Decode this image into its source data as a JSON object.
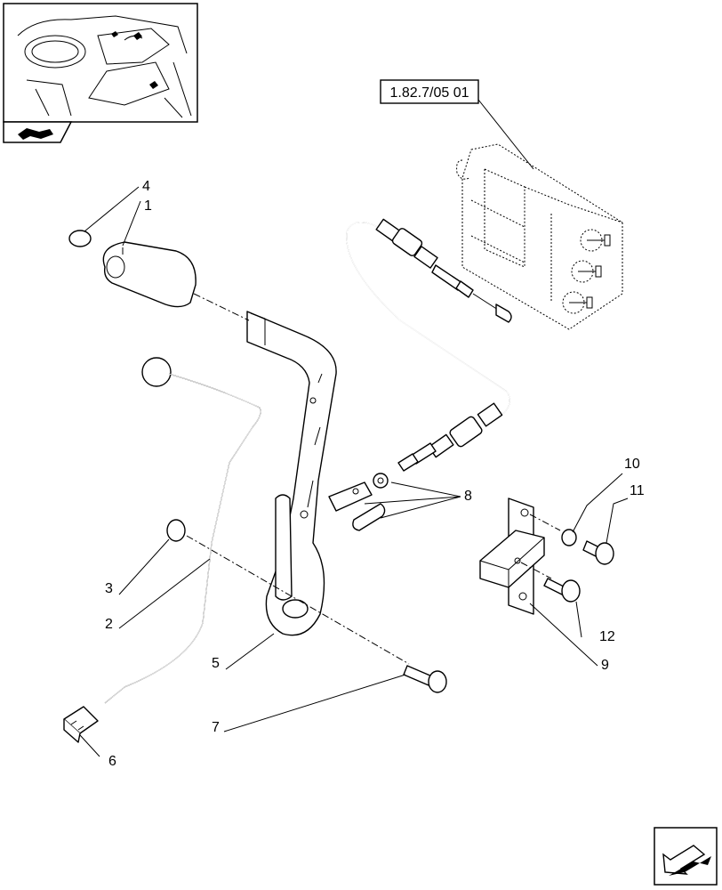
{
  "reference": {
    "text": "1.82.7/05 01"
  },
  "callouts": [
    {
      "id": "c1",
      "text": "1"
    },
    {
      "id": "c2",
      "text": "2"
    },
    {
      "id": "c3",
      "text": "3"
    },
    {
      "id": "c4",
      "text": "4"
    },
    {
      "id": "c5",
      "text": "5"
    },
    {
      "id": "c6",
      "text": "6"
    },
    {
      "id": "c7",
      "text": "7"
    },
    {
      "id": "c8",
      "text": "8"
    },
    {
      "id": "c9",
      "text": "9"
    },
    {
      "id": "c10",
      "text": "10"
    },
    {
      "id": "c11",
      "text": "11"
    },
    {
      "id": "c12",
      "text": "12"
    }
  ],
  "icons": {
    "locator": "tractor-cab-locator-thumbnail",
    "back": "previous-page-arrow-icon",
    "next": "next-page-arrow-icon"
  }
}
